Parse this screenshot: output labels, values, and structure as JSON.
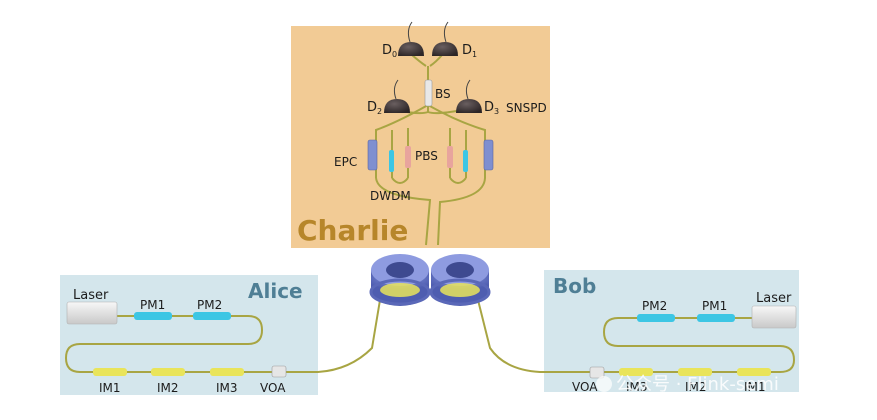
{
  "charlie": {
    "title": "Charlie",
    "detector_labels": {
      "d0": "D",
      "d0_sub": "0",
      "d1": "D",
      "d1_sub": "1",
      "d2": "D",
      "d2_sub": "2",
      "d3": "D",
      "d3_sub": "3"
    },
    "bs": "BS",
    "snspd": "SNSPD",
    "epc": "EPC",
    "pbs": "PBS",
    "dwdm": "DWDM"
  },
  "alice": {
    "title": "Alice",
    "laser": "Laser",
    "pm1": "PM1",
    "pm2": "PM2",
    "im1": "IM1",
    "im2": "IM2",
    "im3": "IM3",
    "voa": "VOA"
  },
  "bob": {
    "title": "Bob",
    "laser": "Laser",
    "pm1": "PM1",
    "pm2": "PM2",
    "im1": "IM1",
    "im2": "IM2",
    "im3": "IM3",
    "voa": "VOA"
  },
  "watermark": "公众号 · Flink-semi",
  "colors": {
    "charlie_bg": "#f1c78c",
    "alice_bob_bg": "#cfe3ea",
    "fiber": "#a8a543",
    "spool": "#6f7fc6",
    "pm": "#3cc6e4",
    "im": "#e9e45a",
    "epc": "#7f8fd0",
    "pbs": "#e8a49d",
    "detector": "#3d3536"
  }
}
